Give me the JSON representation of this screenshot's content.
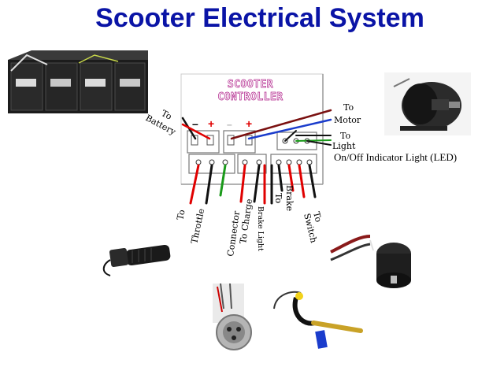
{
  "title": "Scooter Electrical System",
  "controller": {
    "title_line1": "SCOOTER",
    "title_line2": "CONTROLLER",
    "battery_signs": [
      "–",
      "+"
    ],
    "motor_signs": [
      "–",
      "+"
    ]
  },
  "labels": {
    "to_battery_line1": "To",
    "to_battery_line2": "Battery",
    "to_motor_line1": "To",
    "to_motor_line2": "Motor",
    "to_light_line1": "To",
    "to_light_line2": "Light",
    "led": "On/Off Indicator Light (LED)",
    "to_throttle_line1": "To",
    "to_throttle_line2": "Throttle",
    "charge_line1": "To Charge",
    "charge_line2": "Connector",
    "brake_light": "Brake Light",
    "brake_line1": "To",
    "brake_line2": "Brake",
    "switch_line1": "To",
    "switch_line2": "Switch"
  },
  "colors": {
    "title": "#0a14a6",
    "wire_red": "#e00000",
    "wire_black": "#111111",
    "wire_green": "#1a9a1a",
    "wire_blue": "#1a3ccc",
    "wire_darkred": "#7a1010"
  }
}
